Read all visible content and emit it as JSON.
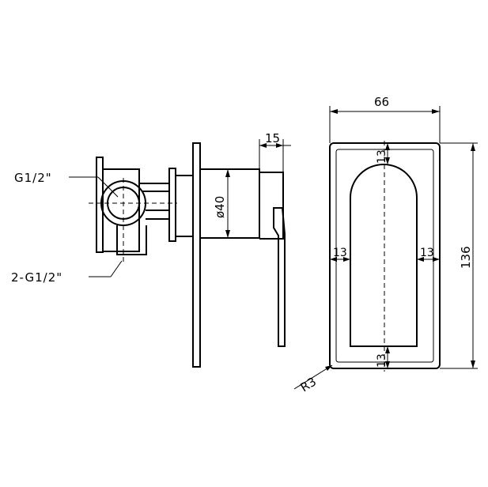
{
  "labels": {
    "inlet_thread": "G1/2\"",
    "outlet_thread": "2-G1/2\"",
    "body_diameter": "ø40",
    "projection": "15",
    "plate_width": "66",
    "plate_height": "136",
    "margin_top": "13",
    "margin_left": "13",
    "margin_right": "13",
    "margin_bottom": "13",
    "corner_radius": "R3"
  }
}
